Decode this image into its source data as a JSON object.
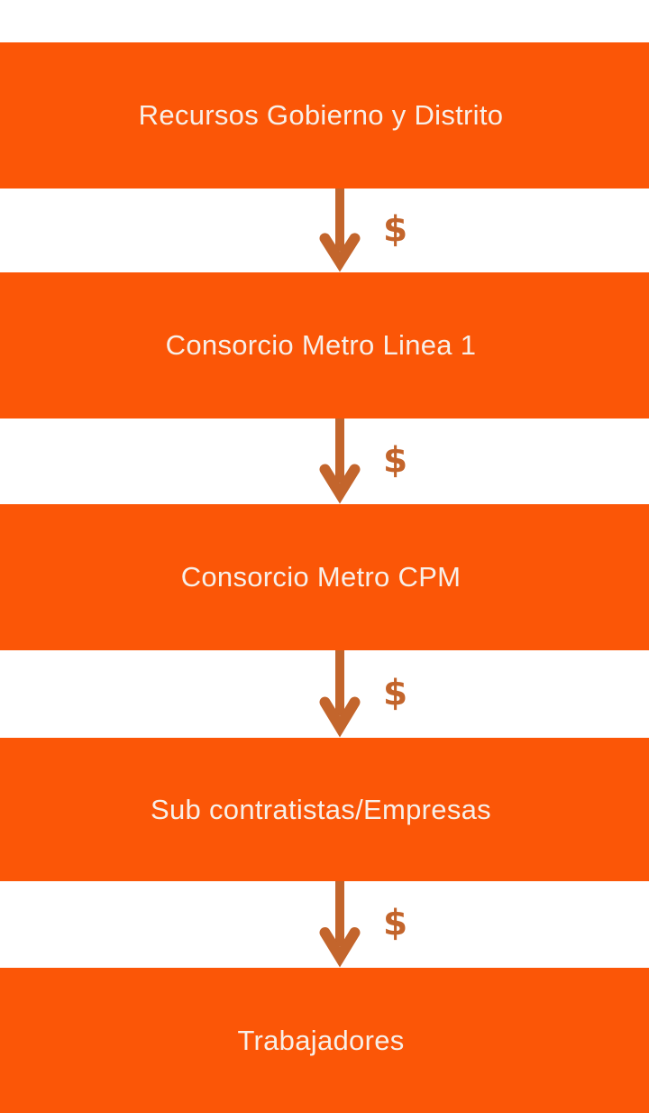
{
  "diagram": {
    "type": "vertical-flowchart",
    "nodes": [
      {
        "label": "Recursos Gobierno y Distrito"
      },
      {
        "label": "Consorcio Metro Linea 1"
      },
      {
        "label": "Consorcio Metro CPM"
      },
      {
        "label": "Sub contratistas/Empresas"
      },
      {
        "label": "Trabajadores"
      }
    ],
    "connectors": [
      {
        "label": "$",
        "icon": "arrow-down-icon"
      },
      {
        "label": "$",
        "icon": "arrow-down-icon"
      },
      {
        "label": "$",
        "icon": "arrow-down-icon"
      },
      {
        "label": "$",
        "icon": "arrow-down-icon"
      }
    ],
    "colors": {
      "band": "#FB5607",
      "band_text": "#F8EFE8",
      "arrow": "#C3652C",
      "background": "#FFFFFF"
    }
  }
}
